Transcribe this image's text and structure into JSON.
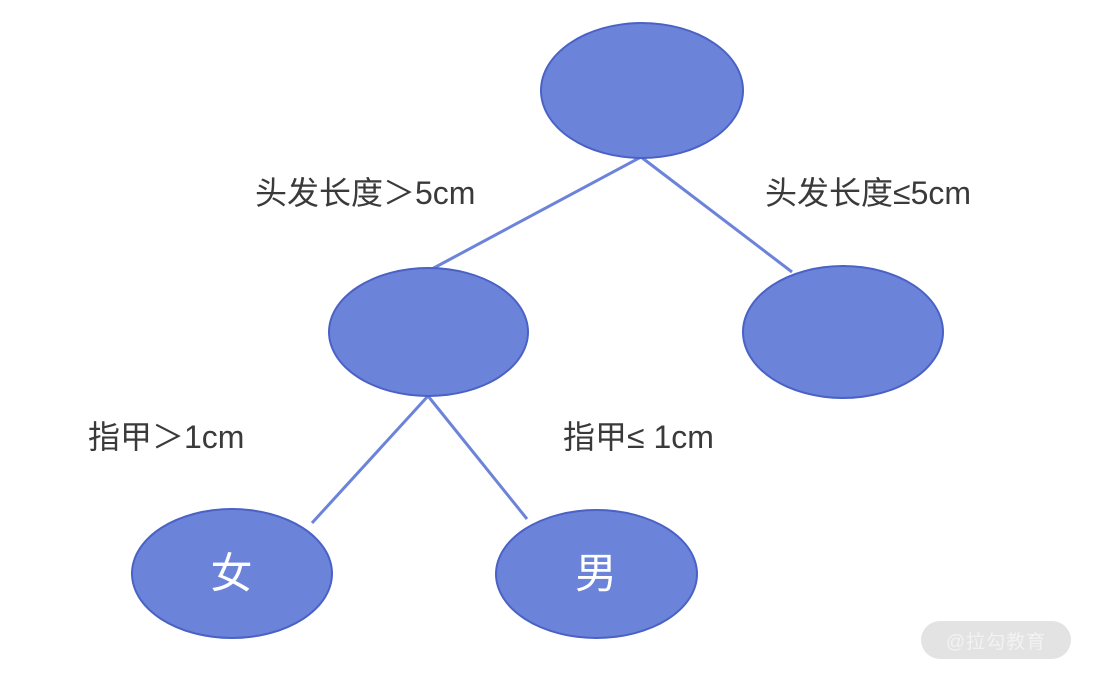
{
  "diagram": {
    "title": "",
    "background_color": "#ffffff",
    "node_fill": "#6b83d9",
    "node_stroke": "#4a61c6",
    "edge_color": "#6b83d9",
    "label_color": "#3a3a3a",
    "node_text_color": "#ffffff",
    "nodes": [
      {
        "id": "root",
        "label": "",
        "role": "decision-root"
      },
      {
        "id": "mid",
        "label": "",
        "role": "decision-internal"
      },
      {
        "id": "right",
        "label": "",
        "role": "leaf-blank"
      },
      {
        "id": "leaf-female",
        "label": "女",
        "role": "leaf-class"
      },
      {
        "id": "leaf-male",
        "label": "男",
        "role": "leaf-class"
      }
    ],
    "edges": [
      {
        "from": "root",
        "to": "mid",
        "label": "头发长度＞5cm"
      },
      {
        "from": "root",
        "to": "right",
        "label": "头发长度≤5cm"
      },
      {
        "from": "mid",
        "to": "leaf-female",
        "label": "指甲＞1cm"
      },
      {
        "from": "mid",
        "to": "leaf-male",
        "label": "指甲≤ 1cm"
      }
    ]
  },
  "watermark": {
    "text": "@拉勾教育"
  }
}
